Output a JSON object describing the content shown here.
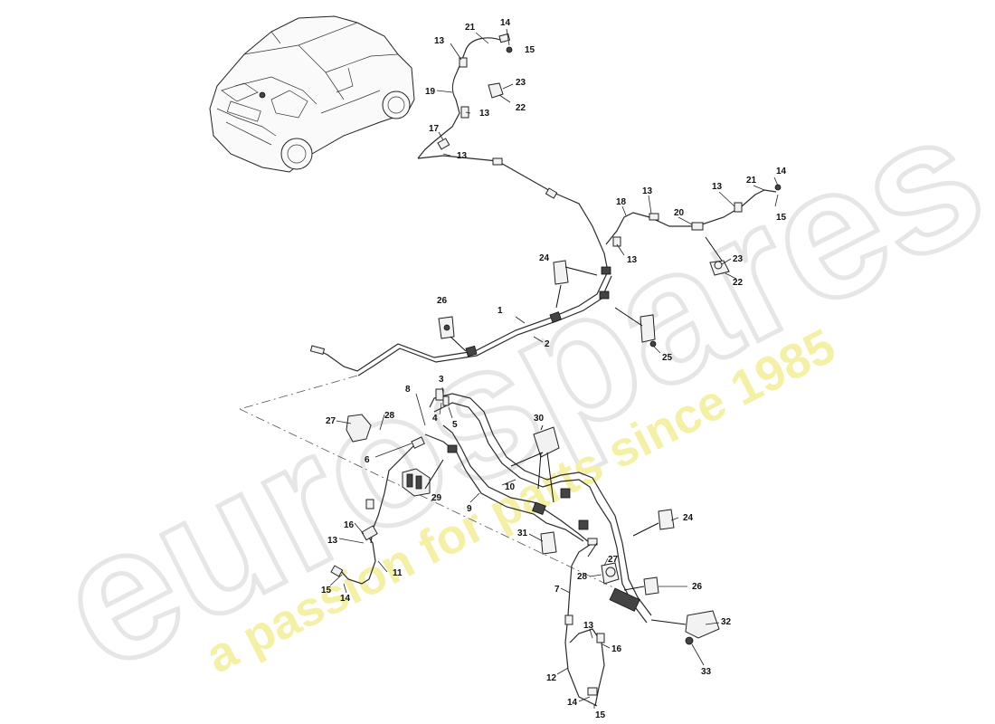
{
  "watermark": {
    "brand": "eurospares",
    "tagline": "a passion for parts since 1985"
  },
  "callouts": [
    {
      "id": "c21a",
      "text": "21"
    },
    {
      "id": "c14a",
      "text": "14"
    },
    {
      "id": "c13a",
      "text": "13"
    },
    {
      "id": "c15a",
      "text": "15"
    },
    {
      "id": "c19",
      "text": "19"
    },
    {
      "id": "c23a",
      "text": "23"
    },
    {
      "id": "c22a",
      "text": "22"
    },
    {
      "id": "c13b",
      "text": "13"
    },
    {
      "id": "c17",
      "text": "17"
    },
    {
      "id": "c13c",
      "text": "13"
    },
    {
      "id": "c18",
      "text": "18"
    },
    {
      "id": "c13d",
      "text": "13"
    },
    {
      "id": "c13e",
      "text": "13"
    },
    {
      "id": "c21b",
      "text": "21"
    },
    {
      "id": "c14b",
      "text": "14"
    },
    {
      "id": "c20",
      "text": "20"
    },
    {
      "id": "c15b",
      "text": "15"
    },
    {
      "id": "c13f",
      "text": "13"
    },
    {
      "id": "c23b",
      "text": "23"
    },
    {
      "id": "c22b",
      "text": "22"
    },
    {
      "id": "c24a",
      "text": "24"
    },
    {
      "id": "c26a",
      "text": "26"
    },
    {
      "id": "c1",
      "text": "1"
    },
    {
      "id": "c2",
      "text": "2"
    },
    {
      "id": "c25",
      "text": "25"
    },
    {
      "id": "c3",
      "text": "3"
    },
    {
      "id": "c8",
      "text": "8"
    },
    {
      "id": "c4",
      "text": "4"
    },
    {
      "id": "c5",
      "text": "5"
    },
    {
      "id": "c27a",
      "text": "27"
    },
    {
      "id": "c28a",
      "text": "28"
    },
    {
      "id": "c30",
      "text": "30"
    },
    {
      "id": "c6",
      "text": "6"
    },
    {
      "id": "c10",
      "text": "10"
    },
    {
      "id": "c29",
      "text": "29"
    },
    {
      "id": "c9",
      "text": "9"
    },
    {
      "id": "c24b",
      "text": "24"
    },
    {
      "id": "c16a",
      "text": "16"
    },
    {
      "id": "c13g",
      "text": "13"
    },
    {
      "id": "c31",
      "text": "31"
    },
    {
      "id": "c27b",
      "text": "27"
    },
    {
      "id": "c11",
      "text": "11"
    },
    {
      "id": "c28b",
      "text": "28"
    },
    {
      "id": "c15c",
      "text": "15"
    },
    {
      "id": "c14c",
      "text": "14"
    },
    {
      "id": "c26b",
      "text": "26"
    },
    {
      "id": "c7",
      "text": "7"
    },
    {
      "id": "c32",
      "text": "32"
    },
    {
      "id": "c13h",
      "text": "13"
    },
    {
      "id": "c16b",
      "text": "16"
    },
    {
      "id": "c33",
      "text": "33"
    },
    {
      "id": "c12",
      "text": "12"
    },
    {
      "id": "c14d",
      "text": "14"
    },
    {
      "id": "c15d",
      "text": "15"
    }
  ]
}
